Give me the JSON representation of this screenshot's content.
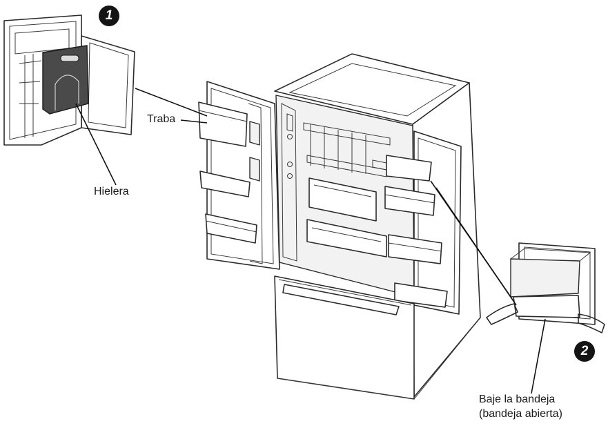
{
  "steps": [
    {
      "number": "1"
    },
    {
      "number": "2"
    }
  ],
  "labels": {
    "traba": "Traba",
    "hielera": "Hielera",
    "baje_line1": "Baje la bandeja",
    "baje_line2": "(bandeja abierta)"
  },
  "colors": {
    "line": "#2b2b2b",
    "ice_bucket_fill": "#4a4a4a",
    "badge": "#141414"
  }
}
